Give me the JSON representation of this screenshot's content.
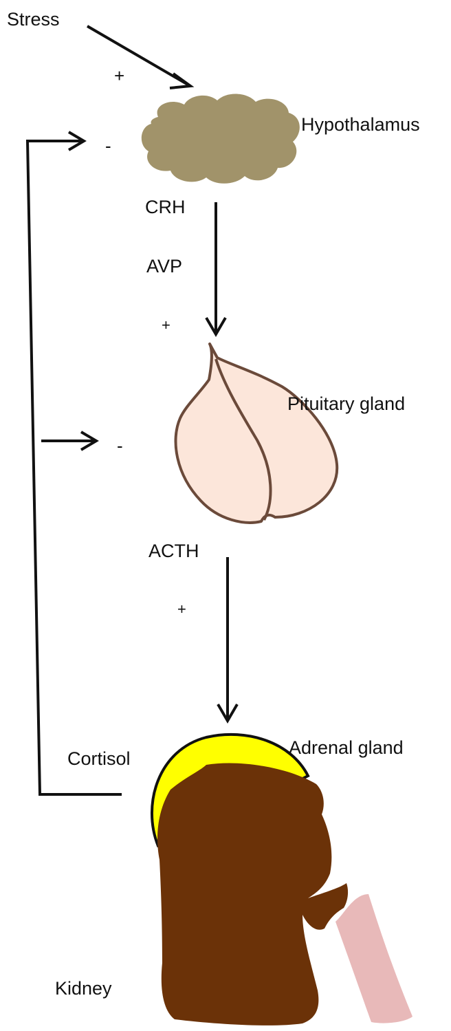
{
  "labels": {
    "stress": "Stress",
    "hypothalamus": "Hypothalamus",
    "crh": "CRH",
    "avp": "AVP",
    "pituitary": "Pituitary gland",
    "acth": "ACTH",
    "adrenal": "Adrenal gland",
    "cortisol": "Cortisol",
    "kidney": "Kidney"
  },
  "signs": {
    "stress_effect": "+",
    "crh_effect": "+",
    "acth_effect": "+",
    "feedback_hypothalamus": "-",
    "feedback_pituitary": "-"
  },
  "colors": {
    "hypothalamus": "#a1936a",
    "pituitary_fill": "#fce6da",
    "pituitary_outline": "#6b4a3a",
    "adrenal": "#ffff00",
    "kidney": "#6b3208",
    "ureter": "#e8b9b9",
    "arrow": "#111111"
  }
}
